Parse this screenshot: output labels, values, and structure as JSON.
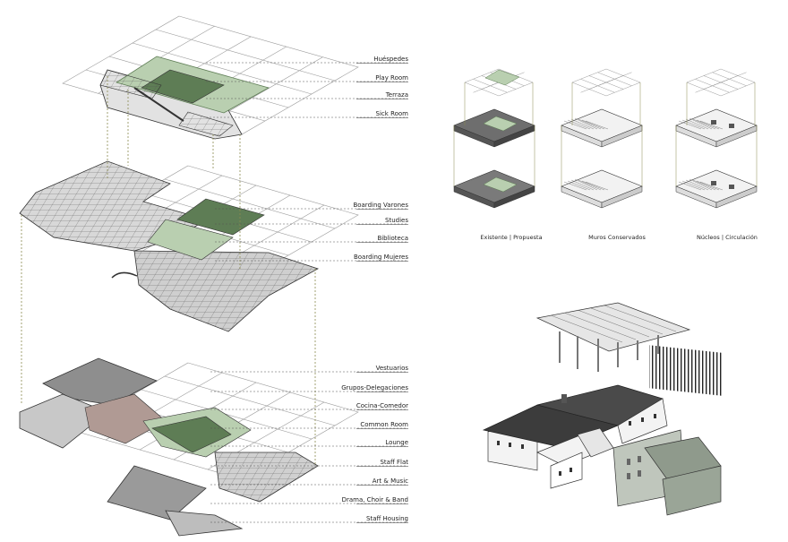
{
  "main_axon": {
    "upper_floor_labels": [
      "Huéspedes",
      "Play Room",
      "Terraza",
      "Sick Room"
    ],
    "middle_floor_labels": [
      "Boarding Varones",
      "Studies",
      "Biblioteca",
      "Boarding Mujeres"
    ],
    "ground_floor_labels": [
      "Vestuarios",
      "Grupos-Delegaciones",
      "Cocina-Comedor",
      "Common Room",
      "Lounge",
      "Staff Flat",
      "Art & Music",
      "Drama, Choir & Band",
      "Staff Housing"
    ]
  },
  "studies": {
    "existing_proposed": "Existente | Propuesta",
    "preserved_walls": "Muros Conservados",
    "cores_circulation": "Núcleos | Circulación"
  },
  "colors": {
    "line": "#333333",
    "grid": "#9a9a9a",
    "slab_light": "#d8d8d8",
    "slab_mid": "#a9a9a9",
    "slab_dark": "#6e6e6e",
    "green_light": "#b9cfb0",
    "green_dark": "#5e7d55",
    "roof_dark": "#3c3c3c",
    "brown": "#b09a94",
    "dotted": "#8a8a50"
  }
}
